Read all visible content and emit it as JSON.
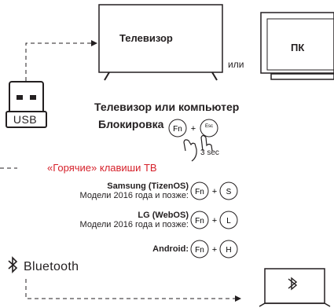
{
  "devices": {
    "tv_label": "Телевизор",
    "or_label": "или",
    "pc_label": "ПК"
  },
  "usb": {
    "label": "USB"
  },
  "section": {
    "title": "Телевизор или компьютер",
    "lock_label": "Блокировка",
    "lock_keys": [
      "Fn",
      "Esc"
    ],
    "hold_text": "3 sec"
  },
  "hotkeys": {
    "title": "«Горячие» клавиши ТВ",
    "rows": [
      {
        "brand": "Samsung (TizenOS)",
        "models": "Модели 2016 года и позже:",
        "keys": [
          "Fn",
          "S"
        ]
      },
      {
        "brand": "LG (WebOS)",
        "models": "Модели 2016 года и позже:",
        "keys": [
          "Fn",
          "L"
        ]
      },
      {
        "brand": "Android:",
        "models": "",
        "keys": [
          "Fn",
          "H"
        ]
      }
    ],
    "plus": "+"
  },
  "bluetooth": {
    "label": "Bluetooth"
  },
  "colors": {
    "accent": "#d6202a",
    "ink": "#231f20"
  }
}
